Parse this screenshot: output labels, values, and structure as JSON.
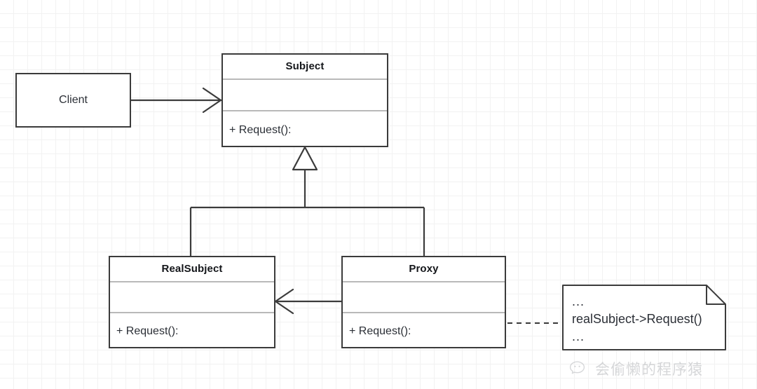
{
  "diagram": {
    "type": "uml-class-diagram",
    "pattern": "Proxy",
    "classes": [
      {
        "id": "client",
        "name": "Client",
        "kind": "plain-box",
        "attributes": [],
        "operations": []
      },
      {
        "id": "subject",
        "name": "Subject",
        "kind": "uml-class",
        "attributes": [],
        "operations": [
          "+ Request():"
        ]
      },
      {
        "id": "realsubject",
        "name": "RealSubject",
        "kind": "uml-class",
        "attributes": [],
        "operations": [
          "+ Request():"
        ]
      },
      {
        "id": "proxy",
        "name": "Proxy",
        "kind": "uml-class",
        "attributes": [],
        "operations": [
          "+ Request():"
        ]
      }
    ],
    "note": {
      "line1": "...",
      "line2": "realSubject->Request()",
      "line3": "..."
    },
    "relationships": [
      {
        "from": "client",
        "to": "subject",
        "type": "association",
        "arrow": "open"
      },
      {
        "from": "realsubject",
        "to": "subject",
        "type": "generalization",
        "arrow": "hollow-triangle"
      },
      {
        "from": "proxy",
        "to": "subject",
        "type": "generalization",
        "arrow": "hollow-triangle"
      },
      {
        "from": "proxy",
        "to": "realsubject",
        "type": "association",
        "arrow": "open"
      },
      {
        "from": "proxy",
        "to": "note",
        "type": "anchor",
        "arrow": "dashed-circle"
      }
    ]
  },
  "watermark": {
    "label": "会偷懒的程序猿",
    "icon": "wechat-icon"
  },
  "colors": {
    "border": "#3b3b3b",
    "separator": "#b9b9b9",
    "text": "#2b2f36",
    "title": "#14161a",
    "grid_minor": "#f2f2f2",
    "grid_major": "#e8e8e8",
    "background": "#ffffff",
    "watermark": "#b6b8bb"
  }
}
